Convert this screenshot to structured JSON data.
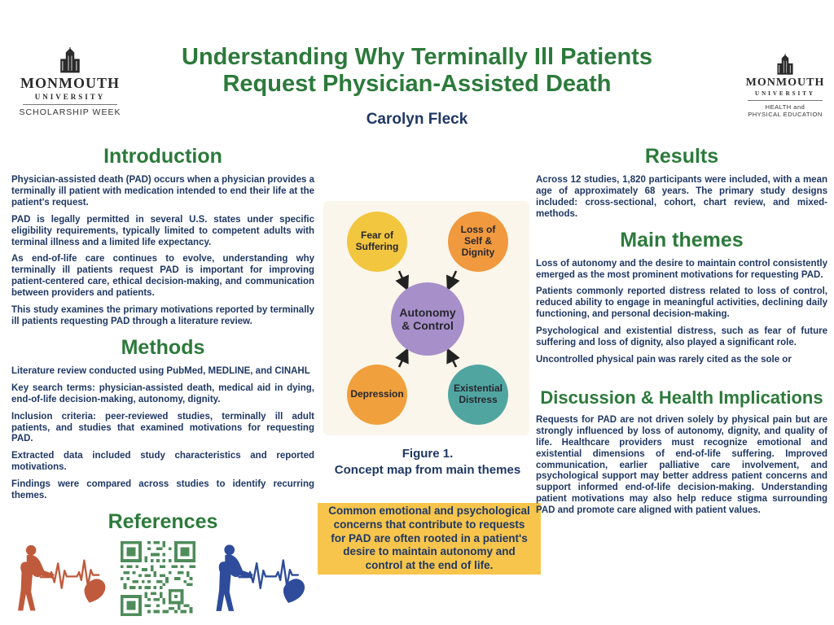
{
  "header": {
    "title_line1": "Understanding Why Terminally Ill Patients",
    "title_line2": "Request Physician-Assisted Death",
    "author": "Carolyn Fleck",
    "logo_left": {
      "line1": "MONMOUTH",
      "line2": "UNIVERSITY",
      "tagline": "SCHOLARSHIP WEEK"
    },
    "logo_right": {
      "line1": "MONMOUTH",
      "line2": "UNIVERSITY",
      "tagline1": "HEALTH and",
      "tagline2": "PHYSICAL EDUCATION"
    }
  },
  "introduction": {
    "heading": "Introduction",
    "paragraphs": [
      "Physician-assisted death (PAD) occurs when a physician provides a terminally ill patient with medication intended to end their life at the patient's request.",
      "PAD is legally permitted in several U.S. states under specific eligibility requirements, typically limited to competent adults with terminal illness and a limited life expectancy.",
      "As end-of-life care continues to evolve, understanding why terminally ill patients request PAD is important for improving patient-centered care, ethical decision-making, and communication between providers and patients.",
      "This study examines the primary motivations reported by terminally ill patients requesting PAD through a literature review."
    ]
  },
  "methods": {
    "heading": "Methods",
    "paragraphs": [
      "Literature review conducted using PubMed, MEDLINE, and CINAHL",
      "Key search terms: physician-assisted death, medical aid in dying, end-of-life decision-making, autonomy, dignity.",
      "Inclusion criteria: peer-reviewed studies, terminally ill adult patients, and studies that examined motivations for requesting PAD.",
      "Extracted data included study characteristics and reported motivations.",
      "Findings were compared across studies to identify recurring themes."
    ]
  },
  "references": {
    "heading": "References",
    "images": [
      "ekg-heartbeat-illustration-red",
      "qr-code",
      "ekg-heartbeat-illustration-blue"
    ]
  },
  "concept_map": {
    "background": "#faf6eb",
    "center": {
      "label": "Autonomy & Control",
      "color": "#a78fc9"
    },
    "nodes": [
      {
        "label": "Fear of Suffering",
        "color": "#f2c63f"
      },
      {
        "label": "Loss of Self & Dignity",
        "color": "#f0993e"
      },
      {
        "label": "Depression",
        "color": "#f0a03c"
      },
      {
        "label": "Existential Distress",
        "color": "#51a5a1"
      }
    ]
  },
  "figure": {
    "caption_line1": "Figure 1.",
    "caption_line2": "Concept map from main themes"
  },
  "highlight_box": {
    "background": "#f7c54c",
    "text": "Common emotional and psychological concerns that contribute to requests for PAD are often rooted in a patient's desire to maintain autonomy and control at the end of life."
  },
  "results": {
    "heading": "Results",
    "paragraphs": [
      "Across 12 studies, 1,820 participants were included, with a mean age of approximately 68 years. The primary study designs included: cross-sectional, cohort, chart review, and mixed-methods."
    ]
  },
  "main_themes": {
    "heading": "Main themes",
    "paragraphs": [
      "Loss of autonomy and the desire to maintain control consistently emerged as the most prominent motivations for requesting PAD.",
      "Patients commonly reported distress related to loss of control, reduced ability to engage in meaningful activities, declining daily functioning, and personal decision-making.",
      "Psychological and existential distress, such as fear of future suffering and loss of dignity, also played a  significant role.",
      "Uncontrolled physical pain was rarely cited as the sole or"
    ]
  },
  "discussion": {
    "heading": "Discussion & Health Implications",
    "paragraphs": [
      "Requests for PAD are not driven solely by physical pain but are strongly influenced by loss of autonomy, dignity, and quality of life. Healthcare providers must recognize emotional and existential dimensions of end-of-life suffering. Improved communication, earlier palliative care involvement, and psychological support may better address patient concerns and support informed end-of-life decision-making. Understanding patient motivations may also help reduce stigma surrounding PAD and promote care aligned with patient values."
    ]
  },
  "colors": {
    "heading_green": "#2c7a3b",
    "body_navy": "#1f3864",
    "figure_red": "#c05a3c",
    "figure_blue": "#2e4c9b",
    "qr_green": "#4f8c5b"
  }
}
